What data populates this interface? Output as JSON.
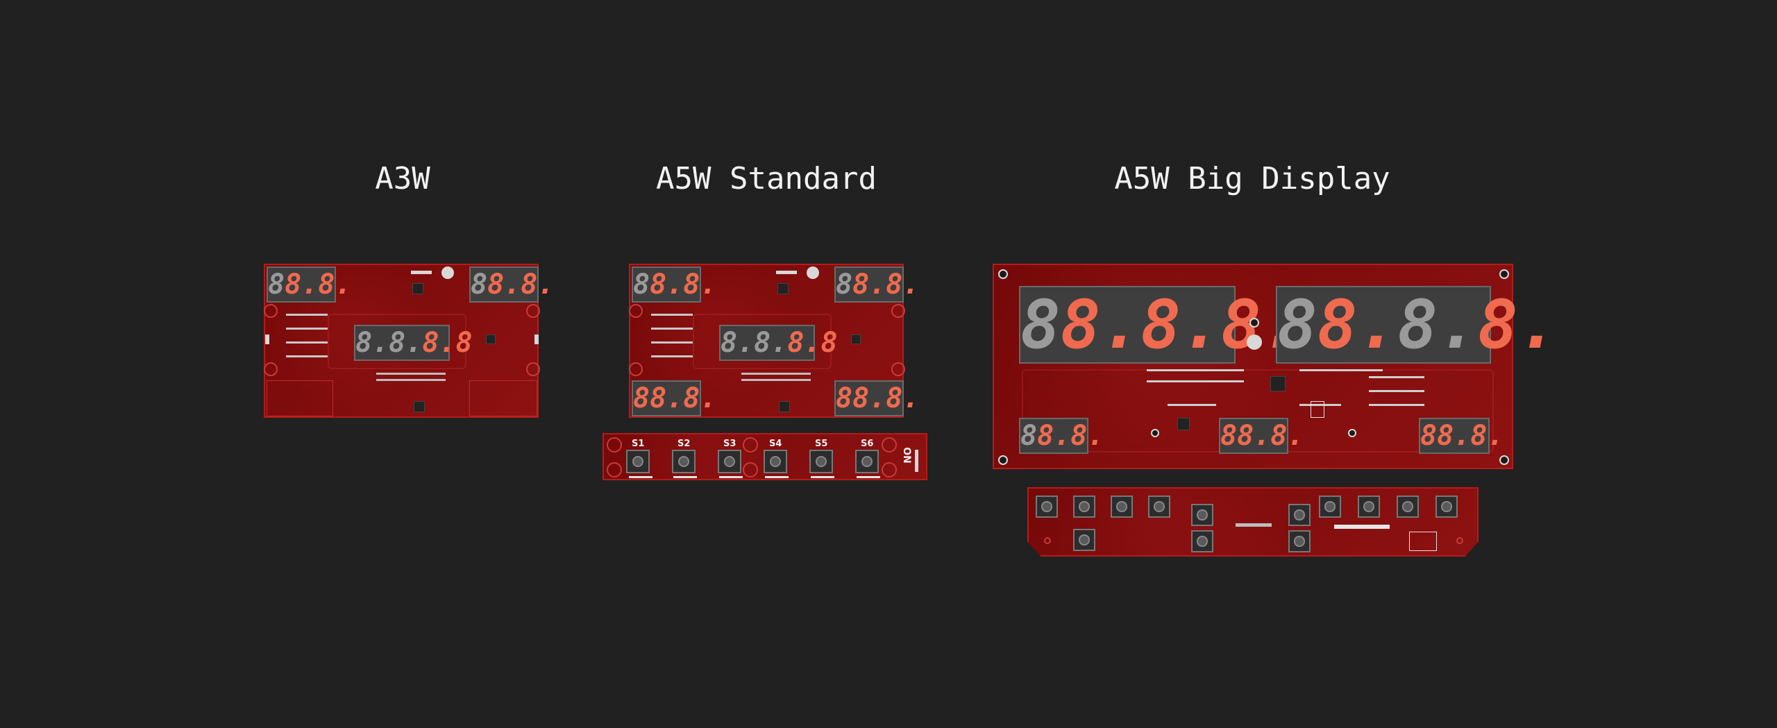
{
  "titles": {
    "a3w": "A3W",
    "a5w_standard": "A5W Standard",
    "a5w_big": "A5W Big Display"
  },
  "buttons": {
    "s1": "S1",
    "s2": "S2",
    "s3": "S3",
    "s4": "S4",
    "s5": "S5",
    "s6": "S6"
  },
  "silkscreen": {
    "on": "ON"
  },
  "colors": {
    "background": "#212121",
    "pcb": "#8a0a0a",
    "segment_lit": "#f06a4f",
    "segment_off": "#9a9a9a"
  }
}
